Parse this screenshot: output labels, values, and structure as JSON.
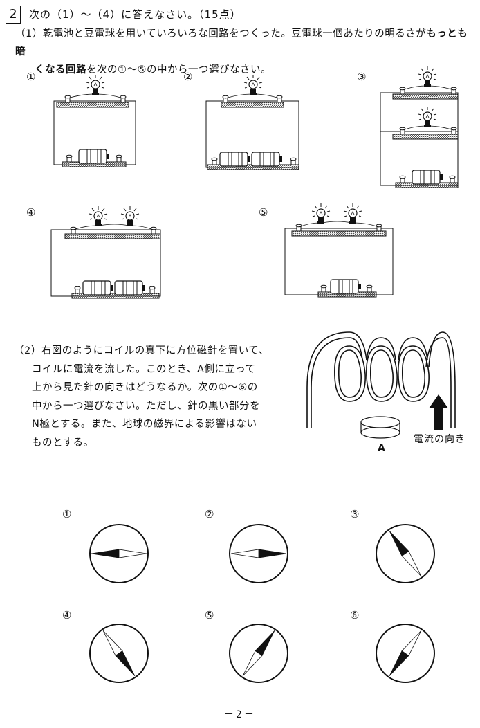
{
  "header": {
    "number": "2",
    "title": "次の（1）～（4）に答えなさい。（15点）"
  },
  "q1": {
    "text_a": "（1）乾電池と豆電球を用いていろいろな回路をつくった。豆電球一個あたりの明るさが",
    "bold_a": "もっとも暗",
    "bold_b": "くなる回路",
    "text_b": "を次の①～⑤の中から一つ選びなさい。",
    "options": [
      "①",
      "②",
      "③",
      "④",
      "⑤"
    ]
  },
  "q2": {
    "lines": [
      "（2）右図のようにコイルの真下に方位磁針を置いて、",
      "コイルに電流を流した。このとき、A側に立って",
      "上から見た針の向きはどうなるか。次の①～⑥の",
      "中から一つ選びなさい。ただし、針の黒い部分を",
      "N極とする。また、地球の磁界による影響はない",
      "ものとする。"
    ],
    "figure_label_a": "A",
    "figure_label_current": "電流の向き",
    "options": [
      "①",
      "②",
      "③",
      "④",
      "⑤",
      "⑥"
    ]
  },
  "compass_needles": [
    {
      "label": "①",
      "angle_deg": 180
    },
    {
      "label": "②",
      "angle_deg": 0
    },
    {
      "label": "③",
      "angle_deg": 125
    },
    {
      "label": "④",
      "angle_deg": -55
    },
    {
      "label": "⑤",
      "angle_deg": 55
    },
    {
      "label": "⑥",
      "angle_deg": -125
    }
  ],
  "footer": {
    "page": "－2－"
  }
}
